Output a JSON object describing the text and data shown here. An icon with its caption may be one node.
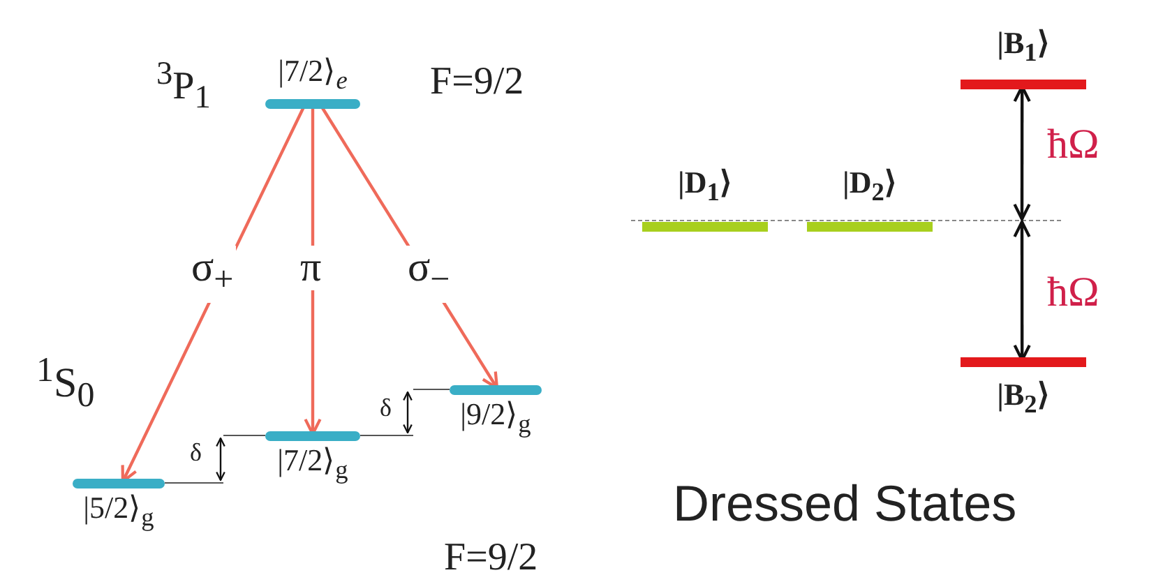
{
  "diagram": {
    "nodes": [
      {
        "text": [
          "|7/2⟩$_{e}$"
        ]
      },
      {
        "text": [
          "|5/2⟩$_{g}$"
        ]
      },
      {
        "text": [
          "|7/2⟩$_{g}$"
        ]
      },
      {
        "text": [
          "|9/2⟩$_{g}$"
        ]
      },
      {
        "text": [
          "|D$_{1}$⟩"
        ]
      },
      {
        "text": [
          "|D$_{2}$⟩"
        ]
      },
      {
        "text": [
          "|B$_{1}$⟩"
        ]
      },
      {
        "text": [
          "|B$_{2}$⟩"
        ]
      }
    ],
    "edges": [
      {
        "from": 0,
        "to": 1,
        "arrow": "to",
        "label": "σ$_{+}$"
      },
      {
        "from": 0,
        "to": 2,
        "arrow": "to",
        "label": "π"
      },
      {
        "from": 0,
        "to": 3,
        "arrow": "to",
        "label": "σ$_{−}$"
      },
      {
        "from": null,
        "to": 6,
        "arrow": "both",
        "label": "ħΩ",
        "color": "#111111"
      },
      {
        "from": null,
        "to": 7,
        "arrow": "both",
        "label": "ħΩ",
        "color": "#111111"
      }
    ],
    "labels": [
      "$^{3}$P$_{1}$",
      "F=9/2",
      "$^{1}$S$_{0}$",
      "δ",
      "δ",
      "F=9/2",
      "Dressed States"
    ]
  }
}
